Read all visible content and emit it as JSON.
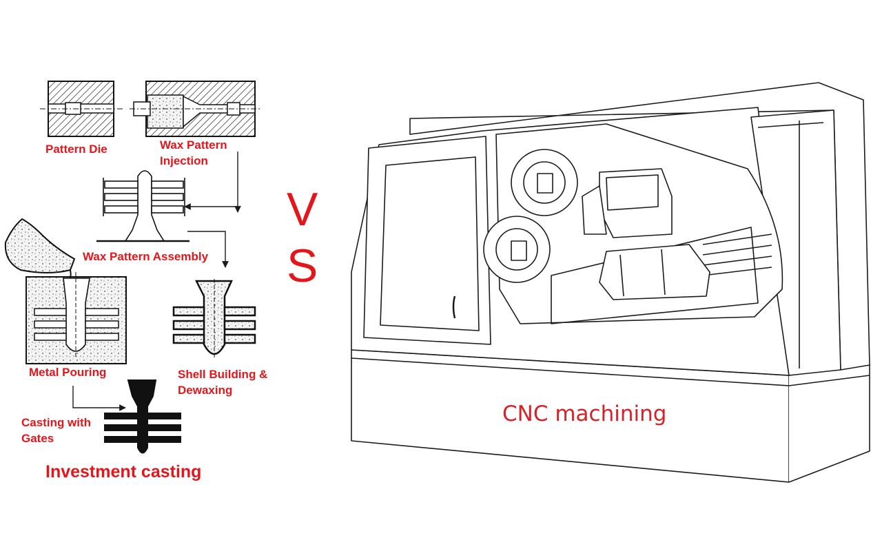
{
  "investment_casting": {
    "title": "Investment casting",
    "steps": {
      "pattern_die": "Pattern Die",
      "wax_injection_line1": "Wax Pattern",
      "wax_injection_line2": "Injection",
      "wax_assembly": "Wax Pattern Assembly",
      "metal_pouring": "Metal Pouring",
      "shell_line1": "Shell Building &",
      "shell_line2": "Dewaxing",
      "casting_line1": "Casting with",
      "casting_line2": "Gates"
    }
  },
  "versus": {
    "v": "V",
    "s": "S"
  },
  "cnc": {
    "label": "CNC machining"
  },
  "colors": {
    "label_red": "#e3161b",
    "line": "#1a1a1a"
  }
}
